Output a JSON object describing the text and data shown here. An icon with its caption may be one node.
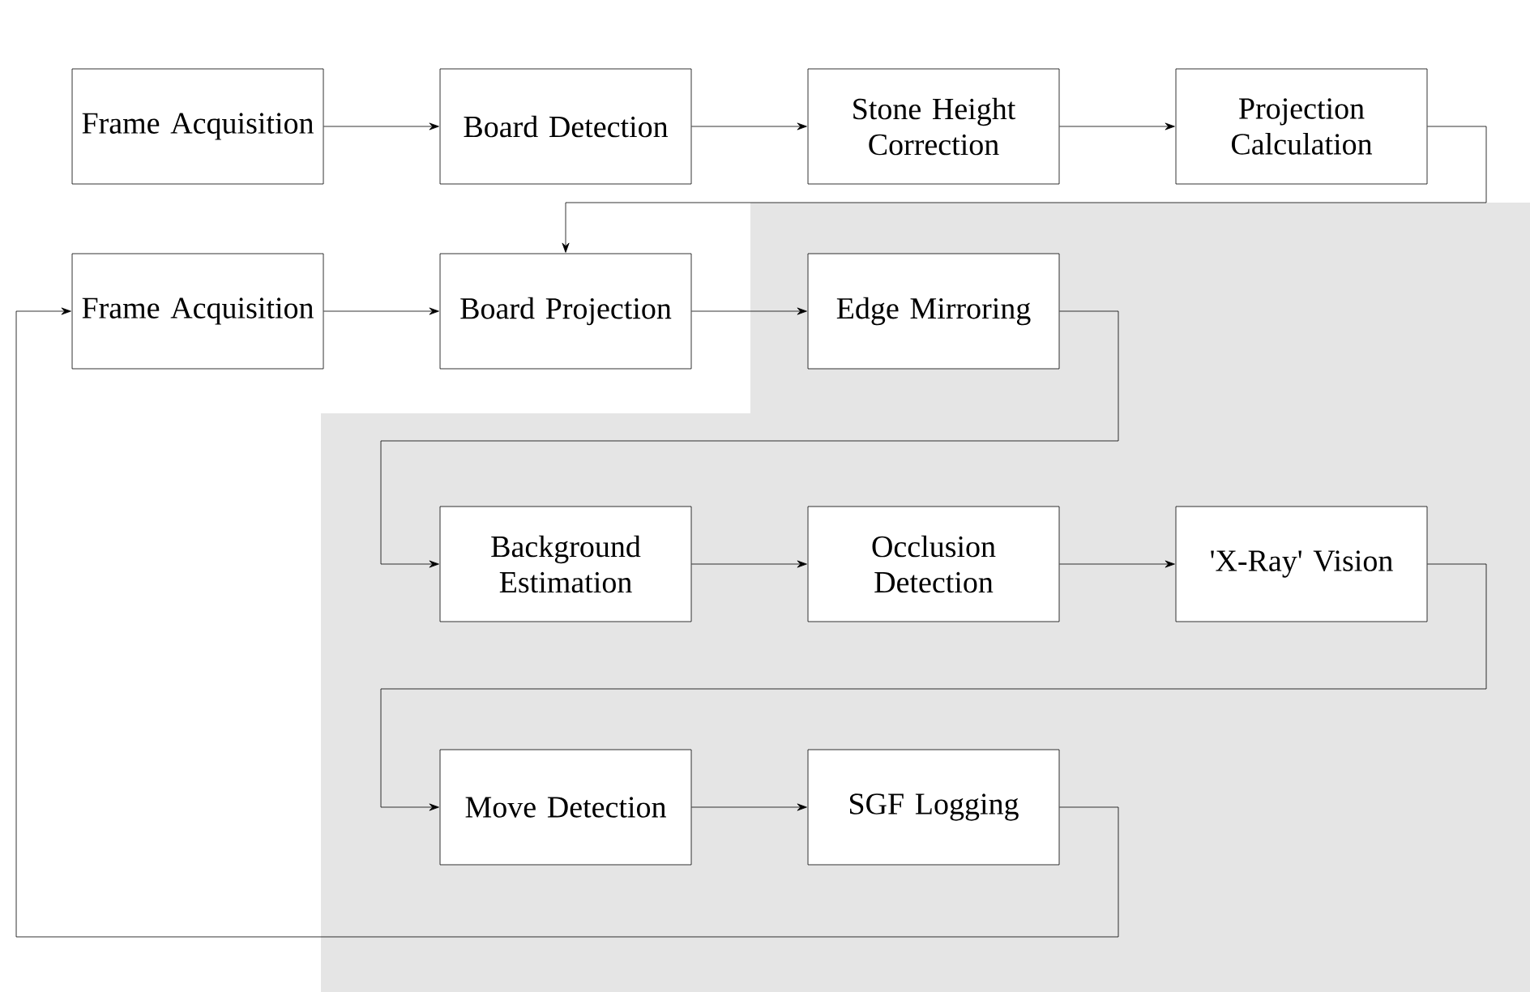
{
  "diagram": {
    "nodes": [
      {
        "text": [
          "Frame Acquisition"
        ]
      },
      {
        "text": [
          "Board Detection"
        ]
      },
      {
        "text": [
          "Stone Height Correction"
        ]
      },
      {
        "text": [
          "Projection Calculation"
        ]
      },
      {
        "text": [
          "Frame Acquisition"
        ]
      },
      {
        "text": [
          "Board Projection"
        ]
      },
      {
        "text": [
          "Edge Mirroring"
        ]
      },
      {
        "text": [
          "Background Estimation"
        ]
      },
      {
        "text": [
          "Occlusion Detection"
        ]
      },
      {
        "text": [
          "'X-Ray' Vision"
        ]
      },
      {
        "text": [
          "Move Detection"
        ]
      },
      {
        "text": [
          "SGF Logging"
        ]
      }
    ],
    "edges": [
      {
        "from": 0,
        "to": 1,
        "arrow": "to"
      },
      {
        "from": 1,
        "to": 2,
        "arrow": "to"
      },
      {
        "from": 2,
        "to": 3,
        "arrow": "to"
      },
      {
        "from": 3,
        "to": 5,
        "arrow": "to"
      },
      {
        "from": 4,
        "to": 5,
        "arrow": "to"
      },
      {
        "from": 5,
        "to": 6,
        "arrow": "to"
      },
      {
        "from": 6,
        "to": 7,
        "arrow": "to"
      },
      {
        "from": 7,
        "to": 8,
        "arrow": "to"
      },
      {
        "from": 8,
        "to": 9,
        "arrow": "to"
      },
      {
        "from": 9,
        "to": 10,
        "arrow": "to"
      },
      {
        "from": 10,
        "to": 11,
        "arrow": "to"
      },
      {
        "from": 11,
        "to": 4,
        "arrow": "to"
      }
    ]
  }
}
